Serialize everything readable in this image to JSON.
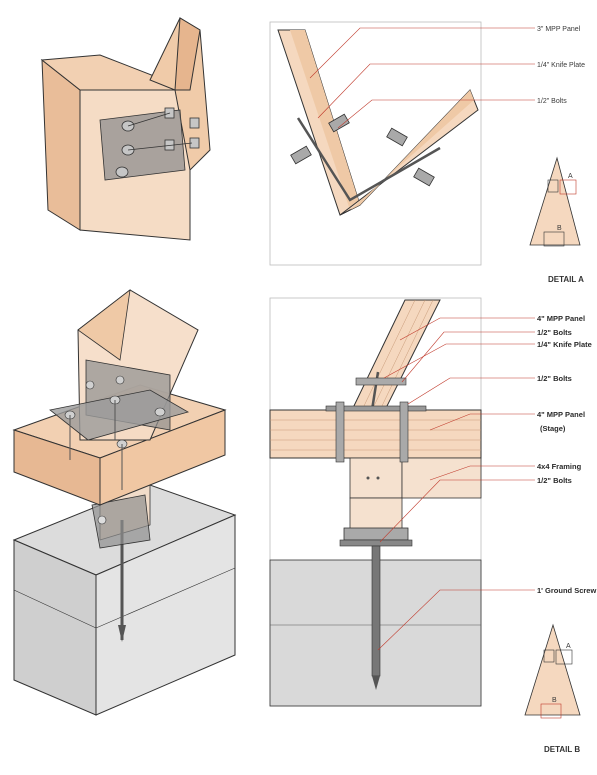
{
  "colors": {
    "wood_light": "#f5d8bf",
    "wood_mid": "#efc9a6",
    "wood_dark": "#e2b08a",
    "plate": "#8f8f8f",
    "concrete": "#d9d9d9",
    "concrete_dark": "#c3c3c3",
    "leader": "#c0392b",
    "outline": "#333333"
  },
  "detail_a": {
    "title": "DETAIL A",
    "labels": [
      "3\" MPP Panel",
      "1/4\" Knife Plate",
      "1/2\" Bolts"
    ],
    "marker_letters": [
      "A",
      "B"
    ]
  },
  "detail_b": {
    "title": "DETAIL B",
    "labels": [
      "4\" MPP Panel",
      "1/2\" Bolts",
      "1/4\" Knife Plate",
      "1/2\" Bolts",
      "4\" MPP Panel",
      "(Stage)",
      "4x4 Framing",
      "1/2\" Bolts",
      "1' Ground Screw"
    ],
    "marker_letters": [
      "A",
      "B"
    ]
  }
}
